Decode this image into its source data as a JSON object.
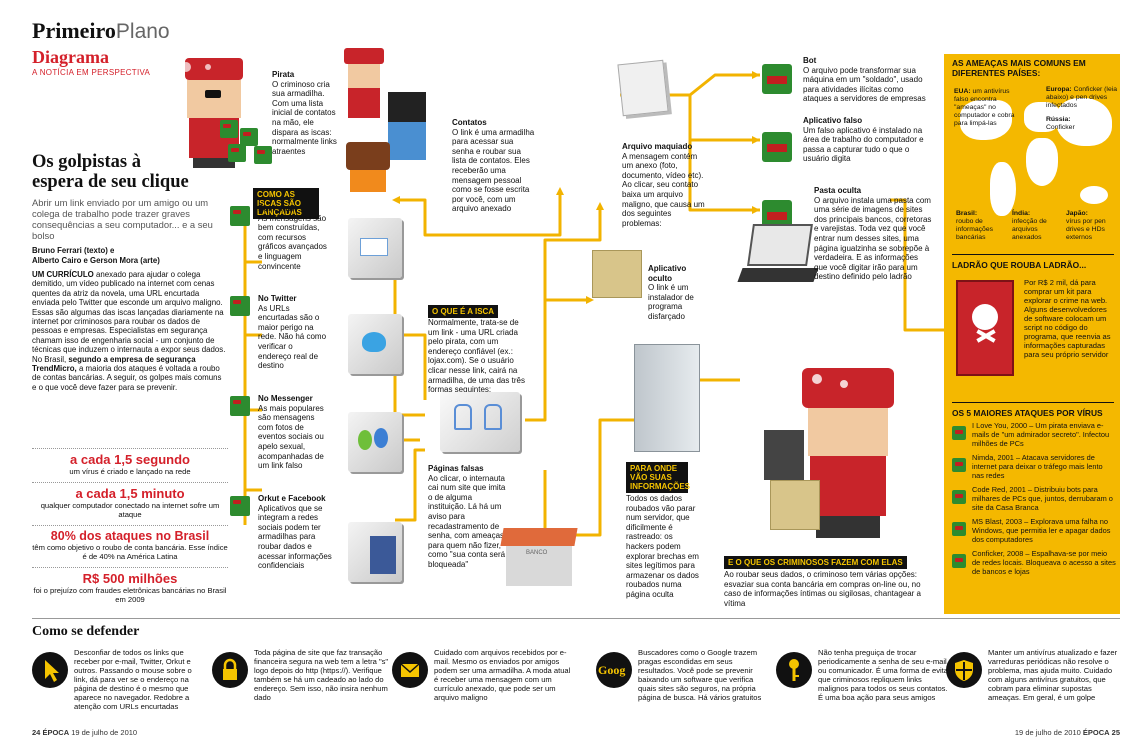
{
  "header": {
    "section_bold": "Primeiro",
    "section_light": "Plano",
    "kicker": "Diagrama",
    "kicker_sub": "A NOTÍCIA EM PERSPECTIVA"
  },
  "headline": {
    "title_line1": "Os golpistas à",
    "title_line2": "espera de seu clique",
    "deck": "Abrir um link enviado por um amigo ou um colega de trabalho pode trazer graves consequências a seu computador... e a seu bolso",
    "byline1": "Bruno Ferrari (texto) e",
    "byline2": "Alberto Cairo e Gerson Mora (arte)",
    "body_lead": "UM CURRÍCULO",
    "body": "anexado para ajudar o colega demitido, um vídeo publicado na internet com cenas quentes da atriz da novela, uma URL encurtada enviada pelo Twitter que esconde um arquivo maligno. Essas são algumas das iscas lançadas diariamente na internet por criminosos para roubar os dados de pessoas e empresas. Especialistas em segurança chamam isso de engenharia social - um conjunto de técnicas que induzem o internauta a expor seus dados. No Brasil,",
    "body_bold": "segundo a empresa de segurança TrendMicro,",
    "body_end": "a maioria dos ataques é voltada a roubo de contas bancárias. A seguir, os golpes mais comuns e o que você deve fazer para se prevenir."
  },
  "stats": [
    {
      "num": "a cada 1,5 segundo",
      "sub": "um vírus é criado e lançado na rede"
    },
    {
      "num": "a cada 1,5 minuto",
      "sub": "qualquer computador conectado na internet sofre um ataque"
    },
    {
      "num": "80% dos ataques no Brasil",
      "sub": "têm como objetivo o roubo de conta bancária. Esse índice é de 40% na América Latina"
    },
    {
      "num": "R$ 500 milhões",
      "sub": "foi o prejuízo com fraudes eletrônicas bancárias no Brasil em 2009"
    }
  ],
  "diagram": {
    "pirata_title": "Pirata",
    "pirata_text": "O criminoso cria sua armadilha. Com uma lista inicial de contatos na mão, ele dispara as iscas: normalmente links atraentes",
    "contatos_title": "Contatos",
    "contatos_text": "O link é uma armadilha para acessar sua senha e roubar sua lista de contatos. Eles receberão uma mensagem pessoal como se fosse escrita por você, com um arquivo anexado",
    "iscas_label": "COMO AS ISCAS SÃO LANÇADAS",
    "email_title": "Por e-mail",
    "email_text": "As mensagens são bem construídas, com recursos gráficos avançados e linguagem convincente",
    "twitter_title": "No Twitter",
    "twitter_text": "As URLs encurtadas são o maior perigo na rede. Não há como verificar o endereço real de destino",
    "messenger_title": "No Messenger",
    "messenger_text": "As mais populares são mensagens com fotos de eventos sociais ou apelo sexual, acompanhadas de um link falso",
    "orkut_title": "Orkut e Facebook",
    "orkut_text": "Aplicativos que se integram a redes sociais podem ter armadilhas para roubar dados e acessar informações confidenciais",
    "isca_label": "O QUE É A ISCA",
    "isca_text": "Normalmente, trata-se de um link - uma URL criada pelo pirata, com um endereço confiável (ex.: lojax.com). Se o usuário clicar nesse link, cairá na armadilha, de uma das três formas seguintes:",
    "paginas_title": "Páginas falsas",
    "paginas_text": "Ao clicar, o internauta cai num site que imita o de alguma instituição. Lá há um aviso para recadastramento de senha, com ameaças para quem não fizer, como \"sua conta será bloqueada\"",
    "arquivo_title": "Arquivo maquiado",
    "arquivo_text": "A mensagem contém um anexo (foto, documento, vídeo etc). Ao clicar, seu contato baixa um arquivo maligno, que causa um dos seguintes problemas:",
    "aplicativo_title": "Aplicativo oculto",
    "aplicativo_text": "O link é um instalador de programa disfarçado",
    "bot_title": "Bot",
    "bot_text": "O arquivo pode transformar sua máquina em um \"soldado\", usado para atividades ilícitas como ataques a servidores de empresas",
    "falso_title": "Aplicativo falso",
    "falso_text": "Um falso aplicativo é instalado na área de trabalho do computador e passa a capturar tudo o que o usuário digita",
    "pasta_title": "Pasta oculta",
    "pasta_text": "O arquivo instala uma pasta com uma série de imagens de sites dos principais bancos, corretoras e varejistas. Toda vez que você entrar num desses sites, uma página igualzinha se sobrepõe à verdadeira. E as informações que você digitar irão para um destino definido pelo ladrão",
    "onde_label": "PARA ONDE VÃO SUAS INFORMAÇÕES",
    "onde_text": "Todos os dados roubados vão parar num servidor, que dificilmente é rastreado: os hackers podem explorar brechas em sites legítimos para armazenar os dados roubados numa página oculta",
    "criminosos_label": "E O QUE OS CRIMINOSOS FAZEM COM ELAS",
    "criminosos_text": "Ao roubar seus dados, o criminoso tem várias opções: esvaziar sua conta bancária em compras on-line ou, no caso de informações íntimas ou sigilosas, chantagear a vítima",
    "bank_sign": "BANCO"
  },
  "sidebar": {
    "ameacas_title": "AS AMEAÇAS MAIS COMUNS EM DIFERENTES PAÍSES:",
    "eua_title": "EUA:",
    "eua_text": "um antivírus falso encontra \"ameaças\" no computador e cobra para limpá-las",
    "europa_title": "Europa:",
    "europa_text": "Conficker (leia abaixo) e pen drives infectados",
    "russia_title": "Rússia:",
    "russia_text": "Conficker",
    "brasil_title": "Brasil:",
    "brasil_text": "roubo de informações bancárias",
    "india_title": "Índia:",
    "india_text": "infecção de arquivos anexados",
    "japao_title": "Japão:",
    "japao_text": "vírus por pen drives e HDs externos",
    "ladrao_title": "LADRÃO QUE ROUBA LADRÃO...",
    "ladrao_text": "Por R$ 2 mil, dá para comprar um kit para explorar o crime na web. Alguns desenvolvedores de software colocam um script no código do programa, que reenvia as informações capturadas para seu próprio servidor",
    "virus_title": "OS 5 MAIORES ATAQUES POR VÍRUS",
    "viruses": [
      {
        "text": "I Love You, 2000 – Um pirata enviava e-mails de \"um admirador secreto\". Infectou milhões de PCs"
      },
      {
        "text": "Nimda, 2001 – Atacava servidores de internet para deixar o tráfego mais lento nas redes"
      },
      {
        "text": "Code Red, 2001 – Distribuiu bots para milhares de PCs que, juntos, derrubaram o site da Casa Branca"
      },
      {
        "text": "MS Blast, 2003 – Explorava uma falha no Windows, que permitia ler e apagar dados dos computadores"
      },
      {
        "text": "Conficker, 2008 – Espalhava-se por meio de redes locais. Bloqueava o acesso a sites de bancos e lojas"
      }
    ]
  },
  "defense": {
    "title": "Como se defender",
    "items": [
      {
        "icon": "cursor-icon",
        "text": "Desconfiar de todos os links que receber por e-mail, Twitter, Orkut e outros. Passando o mouse sobre o link, dá para ver se o endereço na página de destino é o mesmo que aparece no navegador. Redobre a atenção com URLs encurtadas"
      },
      {
        "icon": "lock-icon",
        "text": "Toda página de site que faz transação financeira segura na web tem a letra \"s\" logo depois do http (https://). Verifique também se há um cadeado ao lado do endereço. Sem isso, não insira nenhum dado"
      },
      {
        "icon": "envelope-icon",
        "text": "Cuidado com arquivos recebidos por e-mail. Mesmo os enviados por amigos podem ser uma armadilha. A moda atual é receber uma mensagem com um currículo anexado, que pode ser um arquivo maligno"
      },
      {
        "icon": "google-icon",
        "text": "Buscadores como o Google trazem pragas escondidas em seus resultados. Você pode se prevenir baixando um software que verifica quais sites são seguros, na própria página de busca. Há vários gratuitos"
      },
      {
        "icon": "key-icon",
        "text": "Não tenha preguiça de trocar periodicamente a senha de seu e-mail ou comunicador. É uma forma de evitar que criminosos repliquem links malignos para todos os seus contatos. É uma boa ação para seus amigos"
      },
      {
        "icon": "shield-icon",
        "text": "Manter um antivírus atualizado e fazer varreduras periódicas não resolve o problema, mas ajuda muito. Cuidado com alguns antivírus gratuitos, que cobram para eliminar supostas ameaças. Em geral, é um golpe"
      }
    ],
    "google_word": "Goog"
  },
  "footer": {
    "left_page": "24",
    "left_mag": "ÉPOCA",
    "left_date": "19 de julho de 2010",
    "right_date": "19 de julho de 2010",
    "right_mag": "ÉPOCA",
    "right_page": "25"
  },
  "colors": {
    "accent_red": "#d4202a",
    "yellow": "#f5c400",
    "line_yellow": "#f2b300",
    "panel_yellow": "#f4b800"
  }
}
